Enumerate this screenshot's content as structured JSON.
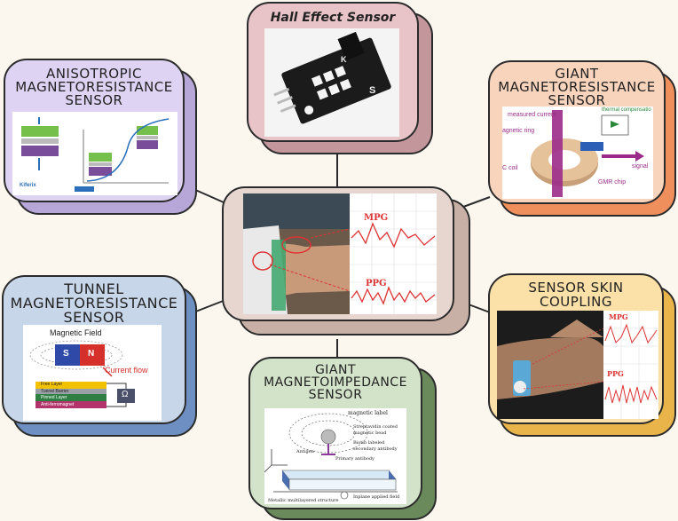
{
  "center": {
    "label_mpg": "MPG",
    "label_ppg": "PPG"
  },
  "hall": {
    "title": "Hall Effect Sensor",
    "pin_minus": "-",
    "pin_s": "S",
    "pin_k": "K"
  },
  "amr": {
    "title_l1": "ANISOTROPIC",
    "title_l2": "MAGNETORESISTANCE",
    "title_l3": "SENSOR",
    "brand": "Kiferix"
  },
  "gmr": {
    "title_l1": "GIANT",
    "title_l2": "MAGNETORESISTANCE",
    "title_l3": "SENSOR",
    "label_measured": "measured current",
    "label_thermal": "thermal compensatio",
    "label_ring": "agnetic ring",
    "label_coil": "C coil",
    "label_signal": "signal",
    "label_chip": "GMR chip"
  },
  "tmr": {
    "title_l1": "TUNNEL",
    "title_l2": "MAGNETORESISTANCE",
    "title_l3": "SENSOR",
    "label_field": "Magnetic Field",
    "pole_s": "S",
    "pole_n": "N",
    "label_current": "Current flow",
    "layers": [
      "Free Layer",
      "Tunnel Barrier",
      "Pinned Layer",
      "Anti-ferromagnet"
    ],
    "ohm": "Ω"
  },
  "gmi": {
    "title_l1": "GIANT",
    "title_l2": "MAGNETOIMPEDANCE",
    "title_l3": "SENSOR",
    "label_maglabel": "magnetic label",
    "label_streptavidin": "Streptavidin coated",
    "label_bead": "magnetic bead",
    "label_biotin": "Biotin labeled",
    "label_secondary": "secondary antibody",
    "label_antigen": "Antigen",
    "label_primary": "Primary antibody",
    "label_inplane": "Inplane applied field",
    "label_structure": "Metallic multilayered structure"
  },
  "skin": {
    "title_l1": "SENSOR SKIN",
    "title_l2": "COUPLING",
    "label_mpg": "MPG",
    "label_ppg": "PPG"
  },
  "colors": {
    "center": "#e7d6cf",
    "hall": "#e8c3c8",
    "amr": "#ded3f2",
    "gmr": "#f9d4bd",
    "tmr": "#c8d6ea",
    "gmi": "#d3e3c9",
    "skin": "#fbe1a8"
  }
}
